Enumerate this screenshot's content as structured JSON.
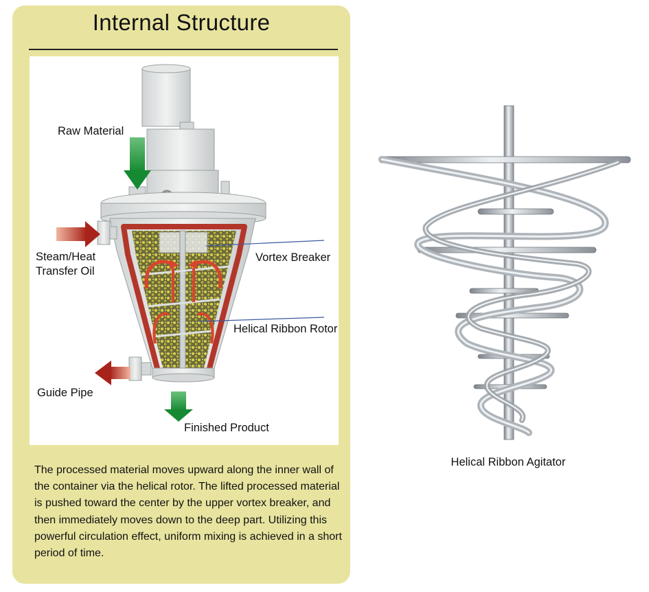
{
  "panel": {
    "title": "Internal Structure",
    "description": "The processed material moves upward along the inner wall of the container via the helical rotor. The lifted processed material is pushed toward the center by the upper vortex breaker, and then immediately moves down to the deep part. Utilizing this powerful circulation effect, uniform mixing is achieved in a short period of time."
  },
  "labels": {
    "raw_material": "Raw Material",
    "steam_heat": "Steam/Heat",
    "transfer_oil": "Transfer Oil",
    "vortex_breaker": "Vortex Breaker",
    "helical_ribbon_rotor": "Helical Ribbon Rotor",
    "guide_pipe": "Guide Pipe",
    "finished_product": "Finished Product"
  },
  "agitator": {
    "caption": "Helical Ribbon Agitator"
  },
  "colors": {
    "panel_bg": "#e8e4a0",
    "arrow_green": "#1e9a3c",
    "arrow_red": "#b3261e",
    "vessel_grey": "#e3e6e6",
    "steel": "#b8bec4",
    "particles": "#c8c23c"
  }
}
